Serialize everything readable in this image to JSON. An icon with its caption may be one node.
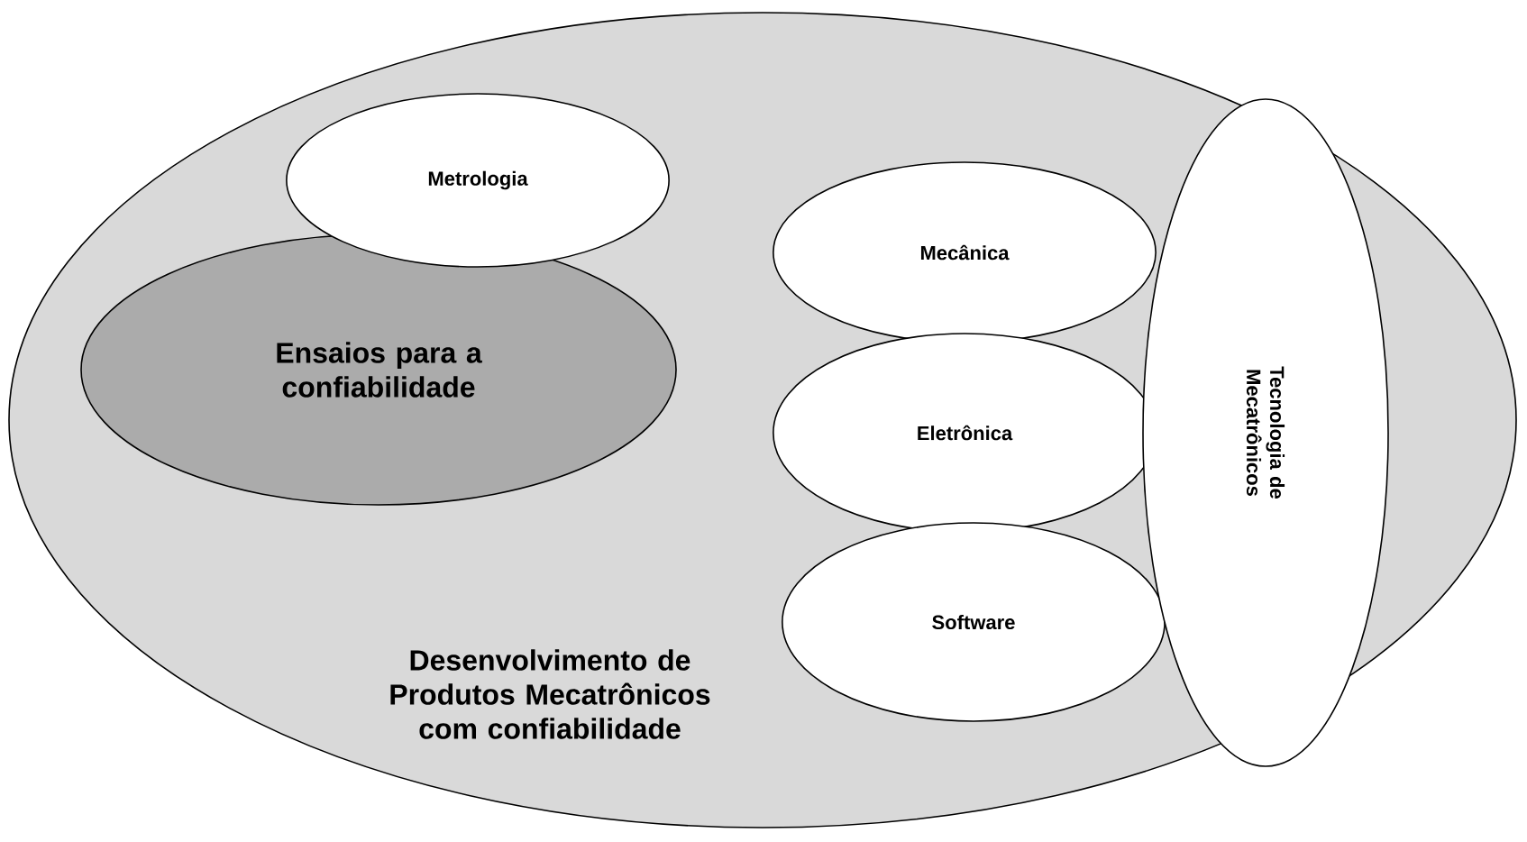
{
  "diagram": {
    "nodes": [
      {
        "text": [
          "Desenvolvimento de Produtos Mecatrônicos com confiabilidade"
        ]
      },
      {
        "text": [
          "Metrologia"
        ],
        "in": 0
      },
      {
        "text": [
          "Ensaios para a confiabilidade"
        ],
        "in": 0
      },
      {
        "text": [
          "Mecânica"
        ],
        "in": 0
      },
      {
        "text": [
          "Eletrônica"
        ],
        "in": 0
      },
      {
        "text": [
          "Software"
        ],
        "in": 0
      },
      {
        "text": [
          "Tecnologia de Mecatrônicos"
        ],
        "in": 0
      }
    ]
  }
}
